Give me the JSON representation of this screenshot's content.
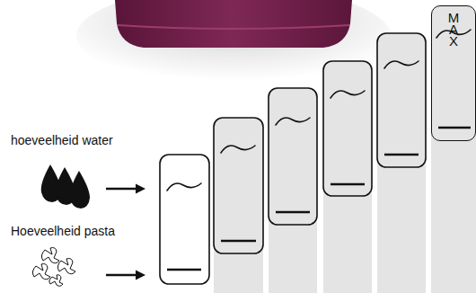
{
  "diagram": {
    "nodes": [
      {
        "text": [
          "MAX"
        ]
      }
    ],
    "labels": [
      "hoeveelheid water",
      "Hoeveelheid pasta"
    ]
  }
}
